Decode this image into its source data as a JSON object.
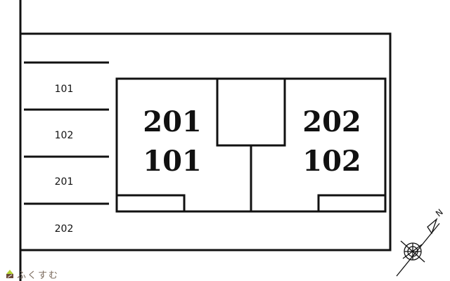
{
  "diagram": {
    "type": "parking-layout",
    "parking_spaces": [
      {
        "label": "101"
      },
      {
        "label": "102"
      },
      {
        "label": "201"
      },
      {
        "label": "202"
      }
    ],
    "buildings": [
      {
        "units": [
          "201",
          "101"
        ]
      },
      {
        "units": [
          "202",
          "102"
        ]
      }
    ],
    "compass": {
      "north_label": "N"
    }
  },
  "logo": {
    "text": "ふくすむ",
    "colors": {
      "roof": "#b5d334",
      "house": "#6b4a3a",
      "text": "#7a6a5c"
    }
  },
  "colors": {
    "line": "#111111",
    "background": "#ffffff"
  }
}
